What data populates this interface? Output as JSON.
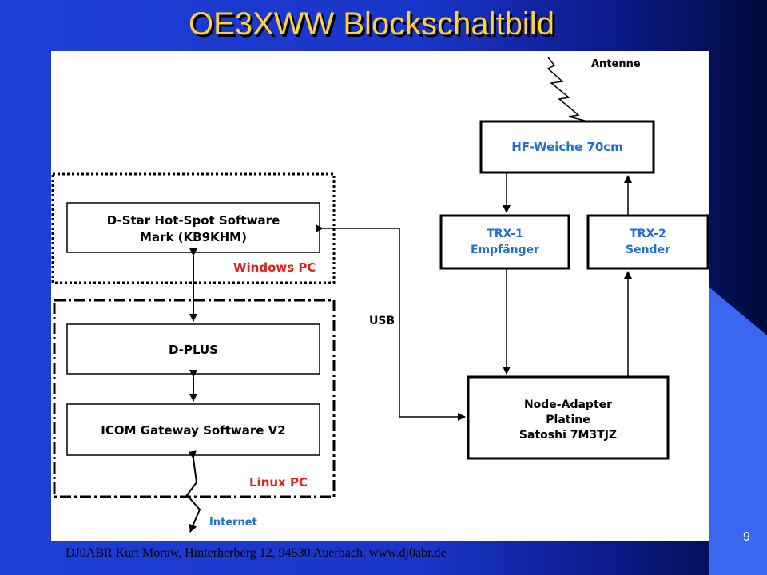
{
  "slide": {
    "title": "OE3XWW Blockschaltbild",
    "footer": "DJ0ABR Kurt Moraw, Hinterherberg 12, 94530 Auerbach, www.dj0abr.de",
    "page_number": "9"
  },
  "diagram": {
    "antenna_label": "Antenne",
    "hf_weiche": "HF-Weiche 70cm",
    "trx1_line1": "TRX-1",
    "trx1_line2": "Empfänger",
    "trx2_line1": "TRX-2",
    "trx2_line2": "Sender",
    "hotspot_line1": "D-Star Hot-Spot Software",
    "hotspot_line2": "Mark (KB9KHM)",
    "windows_pc": "Windows PC",
    "dplus": "D-PLUS",
    "icom": "ICOM Gateway Software V2",
    "linux_pc": "Linux PC",
    "usb": "USB",
    "node_line1": "Node-Adapter",
    "node_line2": "Platine",
    "node_line3": "Satoshi 7M3TJZ",
    "internet": "Internet",
    "colors": {
      "blue_text": "#1f6fd6",
      "red_text": "#e0201a",
      "box_stroke": "#000000"
    }
  }
}
